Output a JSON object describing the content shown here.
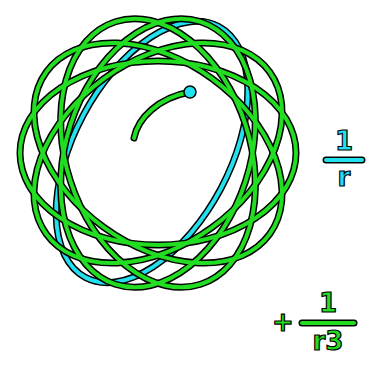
{
  "diagram": {
    "labels": [
      "1",
      "r",
      "+",
      "1",
      "r3"
    ]
  }
}
